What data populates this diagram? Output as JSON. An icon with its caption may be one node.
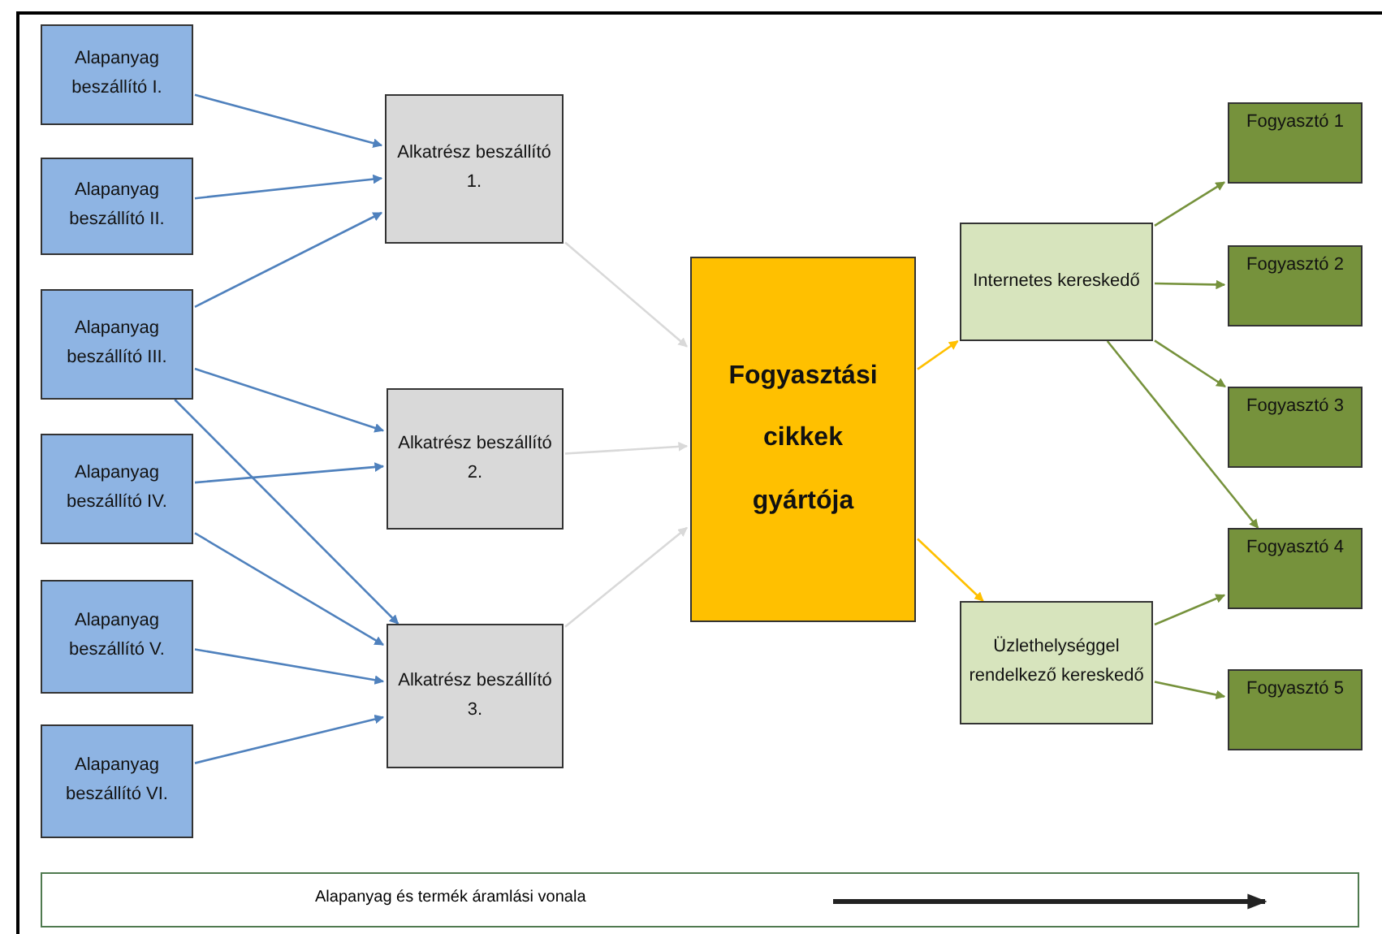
{
  "diagram": {
    "nodes": [
      {
        "text": [
          "Alapanyag beszállító I."
        ]
      },
      {
        "text": [
          "Alapanyag beszállító II."
        ]
      },
      {
        "text": [
          "Alapanyag beszállító III."
        ]
      },
      {
        "text": [
          "Alapanyag beszállító IV."
        ]
      },
      {
        "text": [
          "Alapanyag beszállító V."
        ]
      },
      {
        "text": [
          "Alapanyag beszállító VI."
        ]
      },
      {
        "text": [
          "Alkatrész beszállító 1."
        ]
      },
      {
        "text": [
          "Alkatrész beszállító 2."
        ]
      },
      {
        "text": [
          "Alkatrész beszállító 3."
        ]
      },
      {
        "text": [
          "Fogyasztási cikkek gyártója"
        ]
      },
      {
        "text": [
          "Internetes kereskedő"
        ]
      },
      {
        "text": [
          "Üzlethelységgel rendelkező kereskedő"
        ]
      },
      {
        "text": [
          "Fogyasztó 1"
        ]
      },
      {
        "text": [
          "Fogyasztó 2"
        ]
      },
      {
        "text": [
          "Fogyasztó 3"
        ]
      },
      {
        "text": [
          "Fogyasztó 4"
        ]
      },
      {
        "text": [
          "Fogyasztó 5"
        ]
      }
    ],
    "edges": [
      {
        "from": 0,
        "to": 6,
        "arrow": "to"
      },
      {
        "from": 1,
        "to": 6,
        "arrow": "to"
      },
      {
        "from": 2,
        "to": 6,
        "arrow": "to"
      },
      {
        "from": 2,
        "to": 7,
        "arrow": "to"
      },
      {
        "from": 2,
        "to": 8,
        "arrow": "to"
      },
      {
        "from": 3,
        "to": 7,
        "arrow": "to"
      },
      {
        "from": 3,
        "to": 8,
        "arrow": "to"
      },
      {
        "from": 4,
        "to": 8,
        "arrow": "to"
      },
      {
        "from": 5,
        "to": 8,
        "arrow": "to"
      },
      {
        "from": 6,
        "to": 9,
        "arrow": "to",
        "color": "#d9d9d9"
      },
      {
        "from": 7,
        "to": 9,
        "arrow": "to",
        "color": "#d9d9d9"
      },
      {
        "from": 8,
        "to": 9,
        "arrow": "to",
        "color": "#d9d9d9"
      },
      {
        "from": 9,
        "to": 10,
        "arrow": "to",
        "color": "#ffc000"
      },
      {
        "from": 9,
        "to": 11,
        "arrow": "to",
        "color": "#ffc000"
      },
      {
        "from": 10,
        "to": 12,
        "arrow": "to",
        "color": "#76923c"
      },
      {
        "from": 10,
        "to": 13,
        "arrow": "to",
        "color": "#76923c"
      },
      {
        "from": 10,
        "to": 14,
        "arrow": "to",
        "color": "#76923c"
      },
      {
        "from": 10,
        "to": 15,
        "arrow": "to",
        "color": "#76923c"
      },
      {
        "from": 11,
        "to": 15,
        "arrow": "to",
        "color": "#76923c"
      },
      {
        "from": 11,
        "to": 16,
        "arrow": "to",
        "color": "#76923c"
      }
    ],
    "legend": [
      {
        "text": "Alapanyag és termék áramlási vonala"
      }
    ]
  }
}
